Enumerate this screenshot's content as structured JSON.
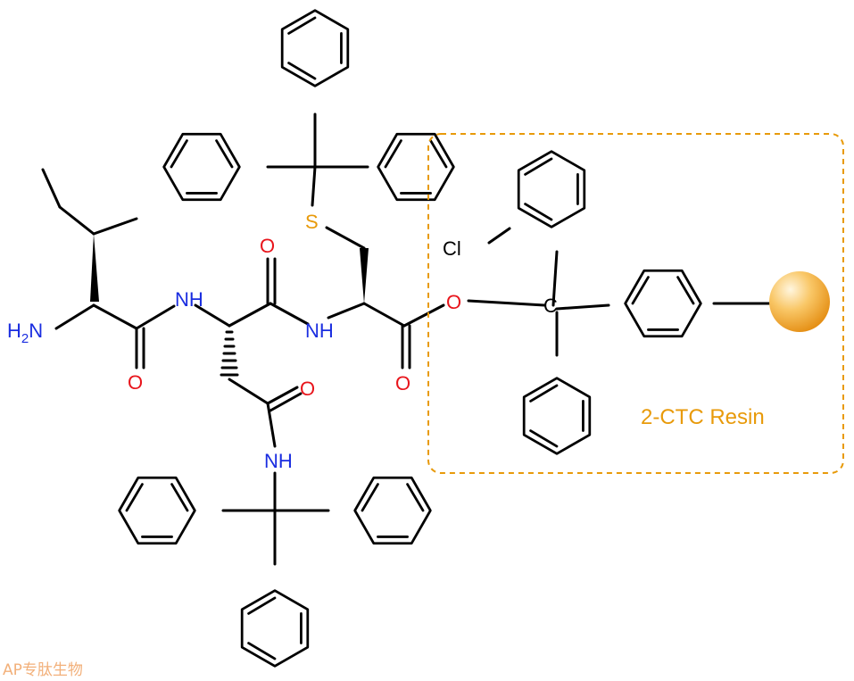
{
  "colors": {
    "bond": "#000000",
    "oxygen": "#e8141b",
    "nitrogen": "#1a2de0",
    "sulfur": "#e89a0a",
    "chlorine": "#000000",
    "resin": "#e89a0a",
    "watermark": "#f2b07a"
  },
  "atoms": {
    "h2n": "H",
    "h2n_sub": "2",
    "h2n_n": "N",
    "nh1": "NH",
    "nh2": "NH",
    "nh_side": "NH",
    "o1": "O",
    "o2": "O",
    "o3": "O",
    "o4": "O",
    "o_ester": "O",
    "s": "S",
    "cl": "Cl",
    "c_center": "C"
  },
  "resin": {
    "label": "2-CTC Resin",
    "bead_icon": "resin-bead-icon"
  },
  "watermark": {
    "text": "AP专肽生物"
  }
}
